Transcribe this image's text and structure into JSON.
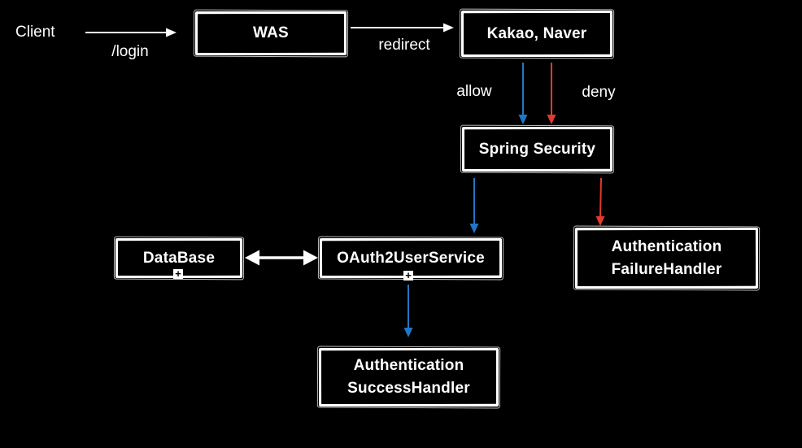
{
  "diagram": {
    "nodes": {
      "client": {
        "label": "Client"
      },
      "was": {
        "label": "WAS"
      },
      "kakao_naver": {
        "label": "Kakao, Naver"
      },
      "spring_security": {
        "label": "Spring Security"
      },
      "database": {
        "label": "DataBase"
      },
      "oauth2_user_service": {
        "label": "OAuth2UserService"
      },
      "authentication_failure_handler": {
        "label_line1": "Authentication",
        "label_line2": "FailureHandler"
      },
      "authentication_success_handler": {
        "label_line1": "Authentication",
        "label_line2": "SuccessHandler"
      }
    },
    "edge_labels": {
      "login": "/login",
      "redirect": "redirect",
      "allow": "allow",
      "deny": "deny"
    },
    "icons": {
      "expand": "+"
    },
    "colors": {
      "background": "#000000",
      "stroke_white": "#ffffff",
      "allow_blue": "#2176c5",
      "deny_red": "#e23a2d"
    }
  }
}
